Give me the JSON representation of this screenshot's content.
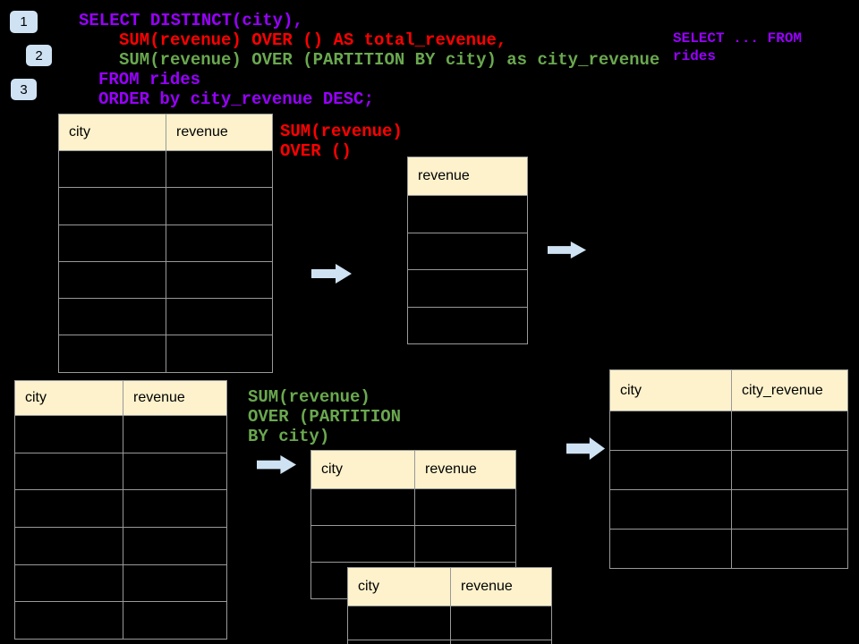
{
  "colors": {
    "background": "#000000",
    "sql_purple": "#9900FF",
    "sql_red": "#FF0000",
    "sql_green": "#6AA84F",
    "table_header_bg": "#FDF2CC",
    "table_border": "#999999",
    "badge_bg": "#CFE2F3",
    "arrow_fill": "#CFE2F3"
  },
  "step_badges": {
    "one": "1",
    "two": "2",
    "three": "3"
  },
  "sql_code": {
    "line1": "SELECT DISTINCT(city),",
    "line2": "SUM(revenue) OVER () AS total_revenue,",
    "line3": "SUM(revenue) OVER (PARTITION BY city) as city_revenue",
    "line4": "FROM rides",
    "line5": "ORDER by city_revenue DESC;"
  },
  "side_note": {
    "line1": "SELECT ... FROM",
    "line2": "rides"
  },
  "annotations": {
    "total_revenue_label": {
      "line1": "SUM(revenue)",
      "line2": "OVER ()"
    },
    "partition_label": {
      "line1": "SUM(revenue)",
      "line2": "OVER (PARTITION",
      "line3": "BY city)"
    }
  },
  "tables": {
    "rides_source_top": {
      "headers": [
        "city",
        "revenue"
      ],
      "body_rows": 6
    },
    "total_revenue_result": {
      "headers": [
        "revenue"
      ],
      "body_rows": 4
    },
    "rides_source_bottom": {
      "headers": [
        "city",
        "revenue"
      ],
      "body_rows": 6
    },
    "partition_group_1": {
      "headers": [
        "city",
        "revenue"
      ],
      "body_rows": 3
    },
    "partition_group_2": {
      "headers": [
        "city",
        "revenue"
      ],
      "body_rows": 2
    },
    "city_revenue_result": {
      "headers": [
        "city",
        "city_revenue"
      ],
      "body_rows": 4
    }
  }
}
